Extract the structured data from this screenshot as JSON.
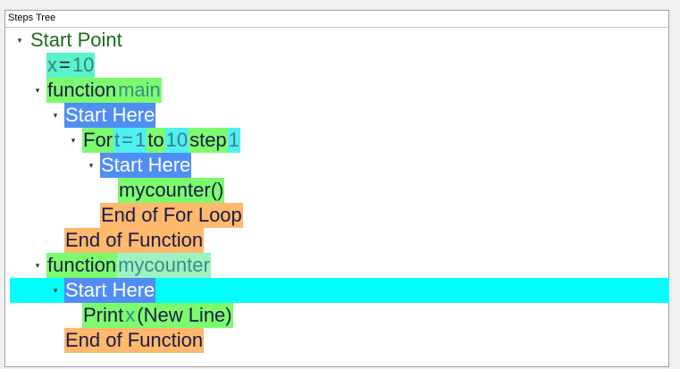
{
  "panel": {
    "title": "Steps Tree"
  },
  "tree": {
    "start_point": "Start Point",
    "assign_x": {
      "var": "x",
      "op": "=",
      "value": "10"
    },
    "func_main": {
      "keyword": "function",
      "name": "main"
    },
    "start_here_1": "Start Here",
    "for_loop": {
      "keyword": "For",
      "var": "t",
      "op": "=",
      "from": "1",
      "to_kw": "to",
      "to": "10",
      "step_kw": "step",
      "step": "1"
    },
    "start_here_2": "Start Here",
    "call_mycounter": "mycounter()",
    "end_for": "End of For Loop",
    "end_func_1": "End of Function",
    "func_mycounter": {
      "keyword": "function",
      "name": "mycounter"
    },
    "start_here_3": "Start Here",
    "print": {
      "keyword": "Print",
      "var": "x",
      "suffix": "(New Line)"
    },
    "end_func_2": "End of Function"
  },
  "colors": {
    "selection": "#00ffff",
    "keyword_bg": "#7cfc6c",
    "value_bg": "#4ff0f0",
    "block_start_bg": "#4f8ef5",
    "block_end_bg": "#ffb86c",
    "root_text": "#1e6b1e"
  },
  "selected_row": "start_here_3"
}
